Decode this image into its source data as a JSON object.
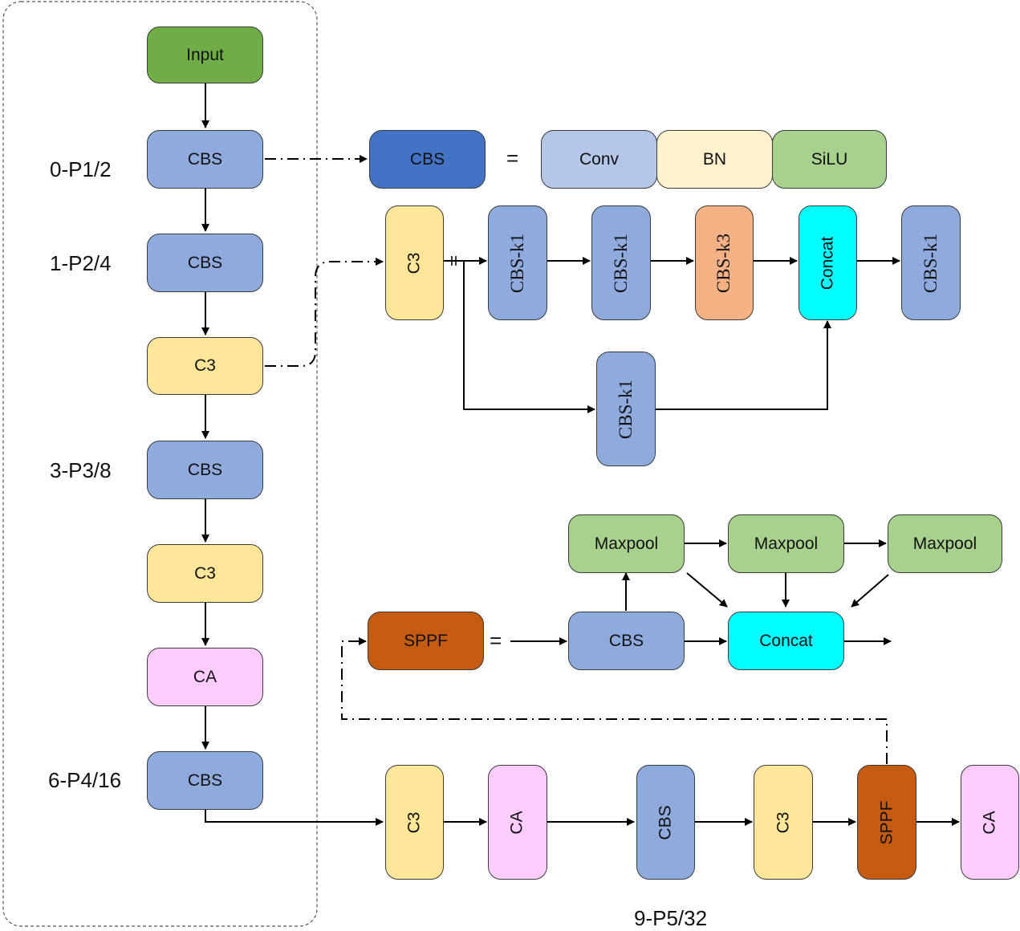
{
  "backbone": {
    "input": "Input",
    "cbs0": "CBS",
    "cbs1": "CBS",
    "c3_2": "C3",
    "cbs3": "CBS",
    "c3_4": "C3",
    "ca5": "CA",
    "cbs6": "CBS"
  },
  "stage_labels": {
    "p1": "0-P1/2",
    "p2": "1-P2/4",
    "p3": "3-P3/8",
    "p4": "6-P4/16",
    "p5": "9-P5/32"
  },
  "cbs_def": {
    "name": "CBS",
    "equals": "=",
    "parts": [
      "Conv",
      "BN",
      "SiLU"
    ]
  },
  "c3_def": {
    "name": "C3",
    "main": [
      "CBS-k1",
      "CBS-k1",
      "CBS-k3"
    ],
    "concat": "Concat",
    "out": "CBS-k1",
    "branch": "CBS-k1"
  },
  "sppf_def": {
    "name": "SPPF",
    "equals": "=",
    "cbs": "CBS",
    "pools": [
      "Maxpool",
      "Maxpool",
      "Maxpool"
    ],
    "concat": "Concat"
  },
  "bottom_row": [
    "C3",
    "CA",
    "CBS",
    "C3",
    "SPPF",
    "CA"
  ],
  "colors": {
    "input": "#70ad47",
    "cbs": "#8faadc",
    "cbs_dark": "#4472c4",
    "c3": "#ffe699",
    "ca": "#ffccff",
    "conv": "#b4c7e7",
    "bn": "#fff2cc",
    "silu": "#a9d18e",
    "cbs_k3": "#f4b183",
    "concat": "#00ffff",
    "maxpool": "#a9d18e",
    "sppf": "#c55a11"
  }
}
